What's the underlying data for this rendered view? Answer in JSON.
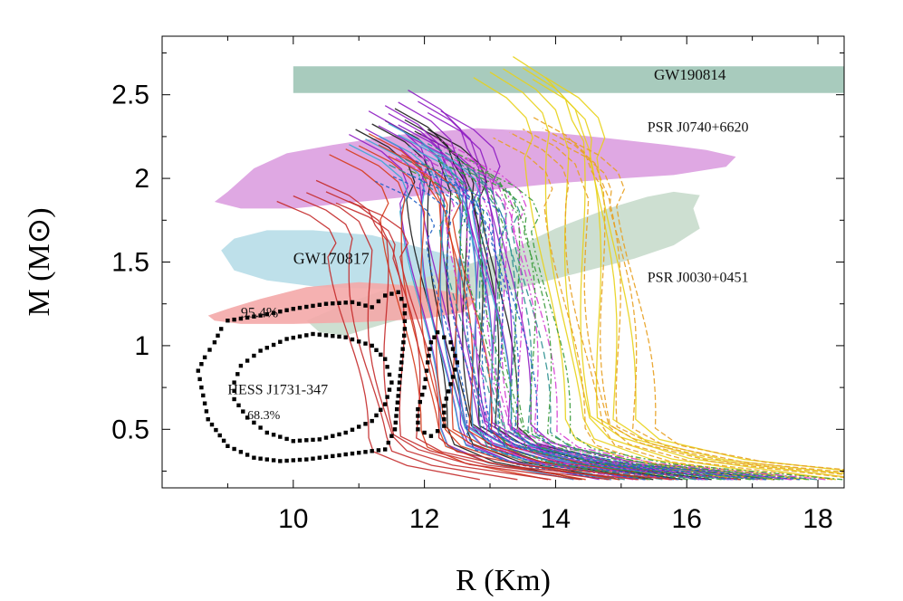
{
  "chart_data": {
    "type": "line",
    "xlabel": "R (Km)",
    "ylabel": "M (M⊙)",
    "xlim": [
      8.0,
      18.4
    ],
    "ylim": [
      0.15,
      2.85
    ],
    "grid": false,
    "xticks": [
      10,
      12,
      14,
      16,
      18
    ],
    "yticks": [
      0.5,
      1,
      1.5,
      2,
      2.5
    ],
    "xtick_labels": [
      "10",
      "12",
      "14",
      "16",
      "18"
    ],
    "ytick_labels": [
      "0.5",
      "1",
      "1.5",
      "2",
      "2.5"
    ],
    "regions": [
      {
        "name": "GW190814",
        "color": "#9ec5b6",
        "points": [
          [
            10.0,
            2.51
          ],
          [
            18.4,
            2.51
          ],
          [
            18.4,
            2.67
          ],
          [
            10.0,
            2.67
          ]
        ]
      },
      {
        "name": "PSR J0740+6620",
        "color": "#dc9ee0",
        "points": [
          [
            8.8,
            1.86
          ],
          [
            9.0,
            1.92
          ],
          [
            9.4,
            2.06
          ],
          [
            9.9,
            2.15
          ],
          [
            10.6,
            2.2
          ],
          [
            11.6,
            2.26
          ],
          [
            12.8,
            2.3
          ],
          [
            13.8,
            2.28
          ],
          [
            14.8,
            2.24
          ],
          [
            15.7,
            2.2
          ],
          [
            16.3,
            2.17
          ],
          [
            16.75,
            2.13
          ],
          [
            16.6,
            2.07
          ],
          [
            15.8,
            2.02
          ],
          [
            15.0,
            2.0
          ],
          [
            14.0,
            1.97
          ],
          [
            13.0,
            1.93
          ],
          [
            12.0,
            1.9
          ],
          [
            11.0,
            1.86
          ],
          [
            10.0,
            1.82
          ],
          [
            9.2,
            1.82
          ]
        ]
      },
      {
        "name": "GW170817",
        "color": "#b7dde8",
        "points": [
          [
            8.9,
            1.57
          ],
          [
            9.1,
            1.64
          ],
          [
            9.6,
            1.69
          ],
          [
            10.3,
            1.69
          ],
          [
            11.2,
            1.66
          ],
          [
            11.8,
            1.6
          ],
          [
            12.3,
            1.55
          ],
          [
            12.7,
            1.49
          ],
          [
            12.8,
            1.42
          ],
          [
            12.4,
            1.36
          ],
          [
            11.4,
            1.34
          ],
          [
            10.4,
            1.35
          ],
          [
            9.6,
            1.39
          ],
          [
            9.1,
            1.45
          ]
        ]
      },
      {
        "name": "PSR J0030+0451",
        "color": "#c8dccc",
        "points": [
          [
            10.2,
            1.15
          ],
          [
            10.8,
            1.25
          ],
          [
            11.5,
            1.35
          ],
          [
            12.4,
            1.45
          ],
          [
            13.3,
            1.57
          ],
          [
            14.0,
            1.7
          ],
          [
            14.8,
            1.82
          ],
          [
            15.4,
            1.89
          ],
          [
            15.8,
            1.92
          ],
          [
            16.2,
            1.9
          ],
          [
            16.1,
            1.82
          ],
          [
            16.2,
            1.7
          ],
          [
            15.8,
            1.6
          ],
          [
            15.2,
            1.52
          ],
          [
            14.2,
            1.42
          ],
          [
            13.2,
            1.32
          ],
          [
            12.2,
            1.22
          ],
          [
            11.3,
            1.12
          ],
          [
            10.8,
            1.06
          ],
          [
            10.4,
            1.08
          ]
        ]
      },
      {
        "name": "95.4%",
        "color": "#f4a8a8",
        "points": [
          [
            8.7,
            1.18
          ],
          [
            9.0,
            1.22
          ],
          [
            9.5,
            1.28
          ],
          [
            10.2,
            1.35
          ],
          [
            11.0,
            1.38
          ],
          [
            11.8,
            1.36
          ],
          [
            12.4,
            1.32
          ],
          [
            12.8,
            1.28
          ],
          [
            12.6,
            1.2
          ],
          [
            12.0,
            1.16
          ],
          [
            11.0,
            1.14
          ],
          [
            10.0,
            1.13
          ],
          [
            9.2,
            1.13
          ],
          [
            8.8,
            1.15
          ]
        ]
      }
    ],
    "contours": [
      {
        "name": "95.4%",
        "points": [
          [
            9.0,
            1.15
          ],
          [
            9.5,
            1.18
          ],
          [
            10.0,
            1.22
          ],
          [
            10.5,
            1.25
          ],
          [
            10.9,
            1.26
          ],
          [
            11.2,
            1.23
          ],
          [
            11.4,
            1.3
          ],
          [
            11.6,
            1.32
          ],
          [
            11.7,
            1.24
          ],
          [
            11.7,
            1.1
          ],
          [
            11.65,
            0.9
          ],
          [
            11.6,
            0.7
          ],
          [
            11.55,
            0.5
          ],
          [
            11.4,
            0.38
          ],
          [
            11.0,
            0.36
          ],
          [
            10.6,
            0.34
          ],
          [
            10.2,
            0.32
          ],
          [
            9.8,
            0.31
          ],
          [
            9.4,
            0.33
          ],
          [
            9.0,
            0.4
          ],
          [
            8.7,
            0.56
          ],
          [
            8.6,
            0.75
          ],
          [
            8.55,
            0.85
          ],
          [
            8.65,
            0.93
          ],
          [
            8.8,
            1.02
          ],
          [
            8.9,
            1.1
          ]
        ]
      },
      {
        "name": "68.3%",
        "points": [
          [
            9.2,
            0.88
          ],
          [
            9.5,
            0.97
          ],
          [
            9.9,
            1.04
          ],
          [
            10.3,
            1.07
          ],
          [
            10.8,
            1.05
          ],
          [
            11.2,
            1.0
          ],
          [
            11.4,
            0.92
          ],
          [
            11.5,
            0.78
          ],
          [
            11.4,
            0.65
          ],
          [
            11.2,
            0.55
          ],
          [
            10.8,
            0.48
          ],
          [
            10.4,
            0.44
          ],
          [
            10.0,
            0.43
          ],
          [
            9.6,
            0.48
          ],
          [
            9.3,
            0.57
          ],
          [
            9.1,
            0.68
          ],
          [
            9.1,
            0.78
          ]
        ]
      },
      {
        "name": "inner-island",
        "points": [
          [
            12.2,
            1.08
          ],
          [
            12.4,
            1.02
          ],
          [
            12.5,
            0.9
          ],
          [
            12.4,
            0.77
          ],
          [
            12.3,
            0.64
          ],
          [
            12.3,
            0.52
          ],
          [
            12.1,
            0.46
          ],
          [
            11.9,
            0.5
          ],
          [
            11.9,
            0.62
          ],
          [
            12.0,
            0.75
          ],
          [
            12.05,
            0.9
          ],
          [
            12.1,
            1.02
          ]
        ]
      }
    ],
    "curve_families": [
      {
        "color": "#1a1a1a",
        "dash": "",
        "R_peak": 12.4,
        "M_max": 2.43
      },
      {
        "color": "#8e1cc2",
        "dash": "",
        "R_peak": 12.6,
        "M_max": 2.54
      },
      {
        "color": "#8e1cc2",
        "dash": "",
        "R_peak": 12.3,
        "M_max": 2.4
      },
      {
        "color": "#3aa9d4",
        "dash": "",
        "R_peak": 12.3,
        "M_max": 2.34
      },
      {
        "color": "#e8d21a",
        "dash": "",
        "R_peak": 14.2,
        "M_max": 2.74
      },
      {
        "color": "#d63a1a",
        "dash": "",
        "R_peak": 12.0,
        "M_max": 2.28
      },
      {
        "color": "#2a8f8f",
        "dash": "8,4",
        "R_peak": 12.9,
        "M_max": 2.22
      },
      {
        "color": "#d43bd0",
        "dash": "8,3,2,3",
        "R_peak": 13.0,
        "M_max": 2.26
      },
      {
        "color": "#e8a020",
        "dash": "6,3",
        "R_peak": 14.5,
        "M_max": 2.38
      },
      {
        "color": "#3a9a3a",
        "dash": "6,3,2,3",
        "R_peak": 13.2,
        "M_max": 2.19
      },
      {
        "color": "#1f5fc4",
        "dash": "4,3",
        "R_peak": 12.7,
        "M_max": 2.12
      },
      {
        "color": "#c42a2a",
        "dash": "",
        "R_peak": 11.2,
        "M_max": 2.0
      }
    ],
    "annotations": [
      {
        "text": "GW190814",
        "x": 15.5,
        "y": 2.59,
        "size": 17,
        "color": "#1a3a2a"
      },
      {
        "text": "PSR J0740+6620",
        "x": 15.4,
        "y": 2.28,
        "size": 16,
        "color": "#000"
      },
      {
        "text": "GW170817",
        "x": 10.0,
        "y": 1.49,
        "size": 18,
        "color": "#6a8a94"
      },
      {
        "text": "PSR J0030+0451",
        "x": 15.4,
        "y": 1.38,
        "size": 16,
        "color": "#000"
      },
      {
        "text": "95.4%",
        "x": 9.2,
        "y": 1.17,
        "size": 16,
        "color": "#7a3a3a"
      },
      {
        "text": "HESS J1731-347",
        "x": 9.0,
        "y": 0.71,
        "size": 16,
        "color": "#000"
      },
      {
        "text": "68.3%",
        "x": 9.3,
        "y": 0.56,
        "size": 14,
        "color": "#000"
      }
    ]
  }
}
